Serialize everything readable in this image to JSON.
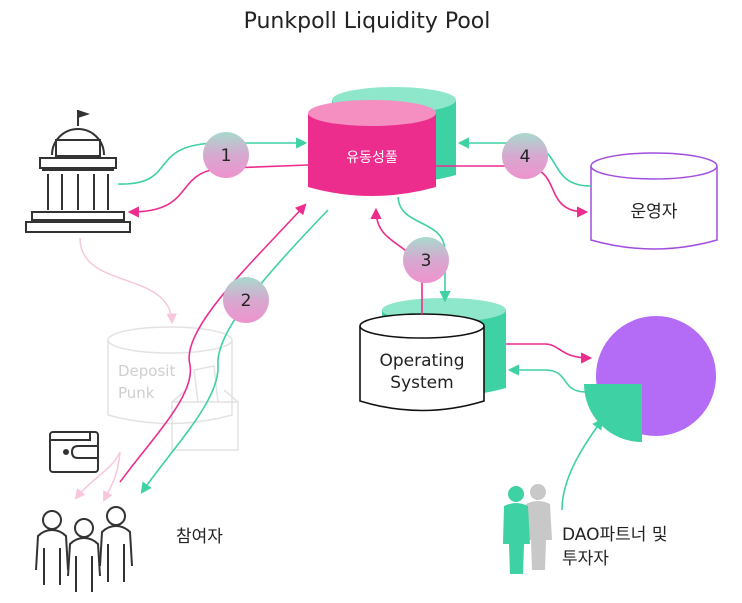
{
  "title": "Punkpoll Liquidity Pool",
  "nodes": {
    "liquidity_pool": "유동성풀",
    "operator": "운영자",
    "operating_system_line1": "Operating",
    "operating_system_line2": "System",
    "deposit_line1": "Deposit",
    "deposit_line2": "Punk",
    "participants": "참여자",
    "dao_line1": "DAO파트너 및",
    "dao_line2": "투자자"
  },
  "steps": [
    "1",
    "2",
    "3",
    "4"
  ],
  "colors": {
    "pink": "#ec2d8e",
    "teal": "#3ed1a3",
    "light_teal": "#8ee6cb",
    "purple": "#b46cf6",
    "purple_outline": "#a24de0",
    "dark": "#222222",
    "faint": "#d5d5d5"
  },
  "icons": [
    "government-building-icon",
    "wallet-icon",
    "people-icon",
    "ballot-box-icon",
    "business-people-icon"
  ]
}
